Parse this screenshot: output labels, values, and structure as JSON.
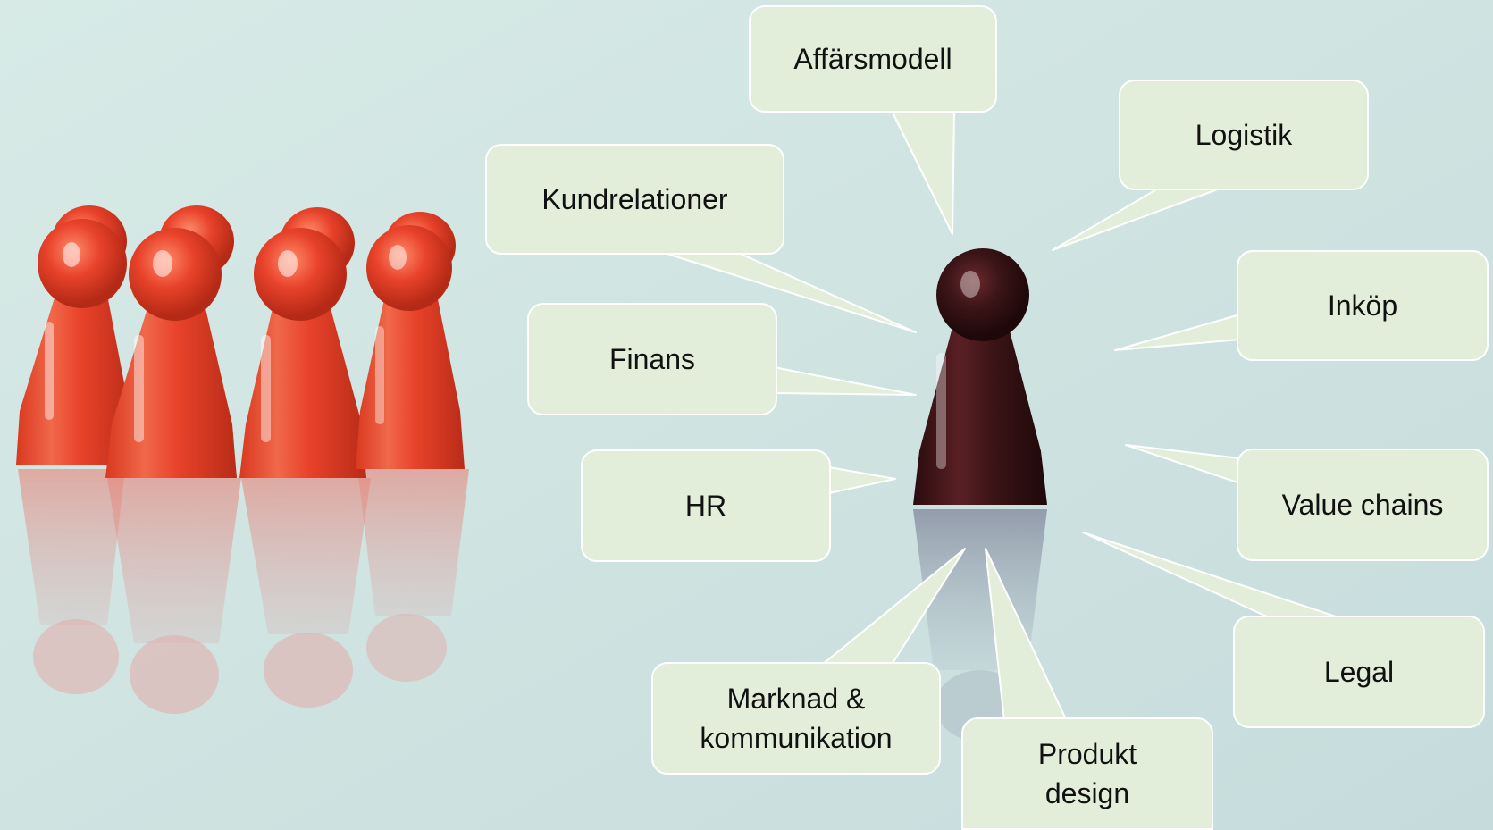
{
  "colors": {
    "background": "#cfe4e2",
    "bubble_fill": "#e2eed9",
    "bubble_border": "#ffffff",
    "pawn_red": "#e8422a",
    "pawn_dark": "#3a1416"
  },
  "bubbles": {
    "affarsmodell": "Affärsmodell",
    "logistik": "Logistik",
    "kundrelationer": "Kundrelationer",
    "inkop": "Inköp",
    "finans": "Finans",
    "value_chains": "Value chains",
    "hr": "HR",
    "legal": "Legal",
    "marknad_line1": "Marknad &",
    "marknad_line2": "kommunikation",
    "produkt_line1": "Produkt",
    "produkt_line2": "design"
  }
}
